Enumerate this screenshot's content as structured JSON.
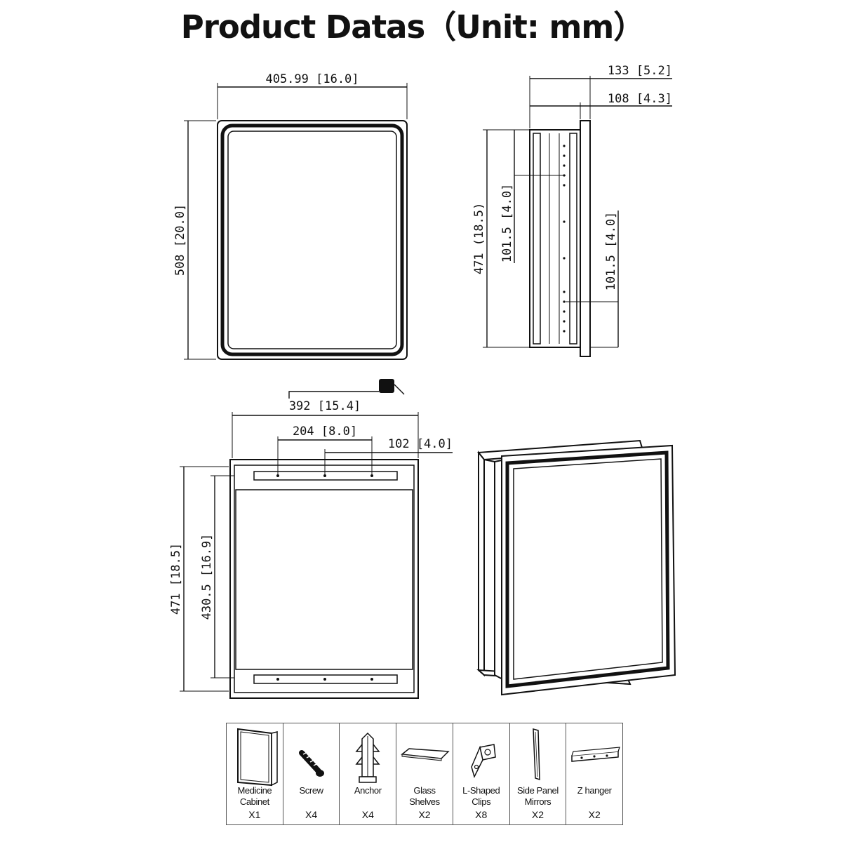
{
  "title": "Product Datas（Unit: mm）",
  "front_view": {
    "width": "405.99 [16.0]",
    "height": "508 [20.0]"
  },
  "side_view": {
    "depth_total": "133 [5.2]",
    "depth_box": "108 [4.3]",
    "height": "471 (18.5)",
    "top_spacing": "101.5 [4.0]",
    "bottom_spacing": "101.5 [4.0]"
  },
  "back_view": {
    "width": "392 [15.4]",
    "bracket_span": "204 [8.0]",
    "bracket_offset": "102 [4.0]",
    "height": "471 [18.5]",
    "inner_height": "430.5 [16.9]"
  },
  "parts": [
    {
      "icon": "cabinet-icon",
      "label_lines": [
        "Medicine",
        "Cabinet"
      ],
      "qty": "X1"
    },
    {
      "icon": "screw-icon",
      "label_lines": [
        "Screw"
      ],
      "qty": "X4"
    },
    {
      "icon": "anchor-icon",
      "label_lines": [
        "Anchor"
      ],
      "qty": "X4"
    },
    {
      "icon": "glass-shelf-icon",
      "label_lines": [
        "Glass",
        "Shelves"
      ],
      "qty": "X2"
    },
    {
      "icon": "l-clip-icon",
      "label_lines": [
        "L-Shaped",
        "Clips"
      ],
      "qty": "X8"
    },
    {
      "icon": "side-mirror-icon",
      "label_lines": [
        "Side Panel",
        "Mirrors"
      ],
      "qty": "X2"
    },
    {
      "icon": "z-hanger-icon",
      "label_lines": [
        "Z hanger"
      ],
      "qty": "X2"
    }
  ]
}
